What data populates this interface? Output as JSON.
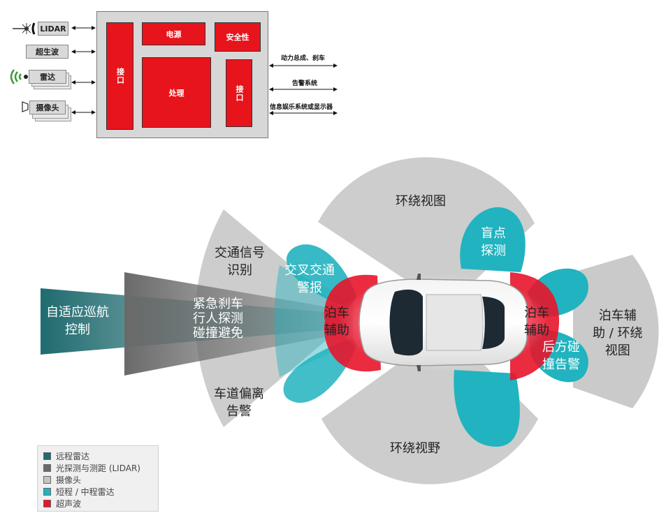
{
  "top": {
    "sensors": [
      {
        "key": "lidar",
        "label": "LIDAR"
      },
      {
        "key": "ultrasonic",
        "label": "超生波"
      },
      {
        "key": "radar",
        "label": "雷达"
      },
      {
        "key": "camera",
        "label": "摄像头"
      }
    ],
    "ecu_blocks": {
      "interface_left": "接口",
      "power": "电源",
      "safety": "安全性",
      "processing": "处理",
      "interface_right": "接口"
    },
    "outputs": [
      {
        "label": "动力总成、刹车"
      },
      {
        "label": "告警系统"
      },
      {
        "label": "信息娱乐系统或显示器"
      }
    ]
  },
  "bottom": {
    "zones": {
      "surround_view_top": "环绕视图",
      "blind_spot": [
        "盲点",
        "探测"
      ],
      "traffic_sign": [
        "交通信号",
        "识别"
      ],
      "cross_traffic": [
        "交叉交通",
        "警报"
      ],
      "acc": [
        "自适应巡航",
        "控制"
      ],
      "emergency": [
        "紧急刹车",
        "行人探测",
        "碰撞避免"
      ],
      "park_assist_front": [
        "泊车",
        "辅助"
      ],
      "park_assist_rear": [
        "泊车",
        "辅助"
      ],
      "rear_collision": [
        "后方碰",
        "撞告警"
      ],
      "park_surround": [
        "泊车辅",
        "助 / 环绕",
        "视图"
      ],
      "lane_departure": [
        "车道偏离",
        "告警"
      ],
      "surround_view_bottom": "环绕视野"
    },
    "legend": [
      {
        "label": "远程雷达",
        "color": "#1f6b6f"
      },
      {
        "label": "光探测与测距 (LIDAR)",
        "color": "#6a6a6a"
      },
      {
        "label": "摄像头",
        "color": "#c4c4c4"
      },
      {
        "label": "短程 / 中程雷达",
        "color": "#21b3bf"
      },
      {
        "label": "超声波",
        "color": "#e8142b"
      }
    ]
  }
}
